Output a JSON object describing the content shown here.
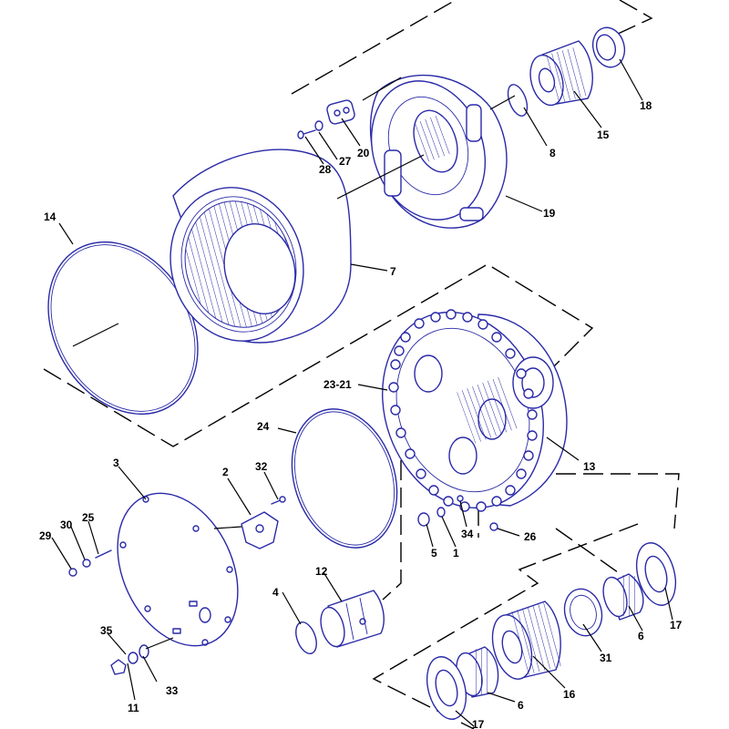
{
  "callouts": {
    "c1": "1",
    "c2": "2",
    "c3": "3",
    "c4": "4",
    "c5": "5",
    "c6a": "6",
    "c6b": "6",
    "c7": "7",
    "c8": "8",
    "c11": "11",
    "c12": "12",
    "c13": "13",
    "c14": "14",
    "c15": "15",
    "c16": "16",
    "c17a": "17",
    "c17b": "17",
    "c18": "18",
    "c19": "19",
    "c20": "20",
    "c21": "23-21",
    "c24": "24",
    "c25": "25",
    "c26": "26",
    "c27": "27",
    "c28": "28",
    "c29": "29",
    "c30": "30",
    "c31": "31",
    "c32": "32",
    "c33": "33",
    "c34": "34",
    "c35": "35"
  },
  "colors": {
    "part_stroke": "#2a2aa8",
    "leader": "#000000",
    "background": "#ffffff"
  }
}
